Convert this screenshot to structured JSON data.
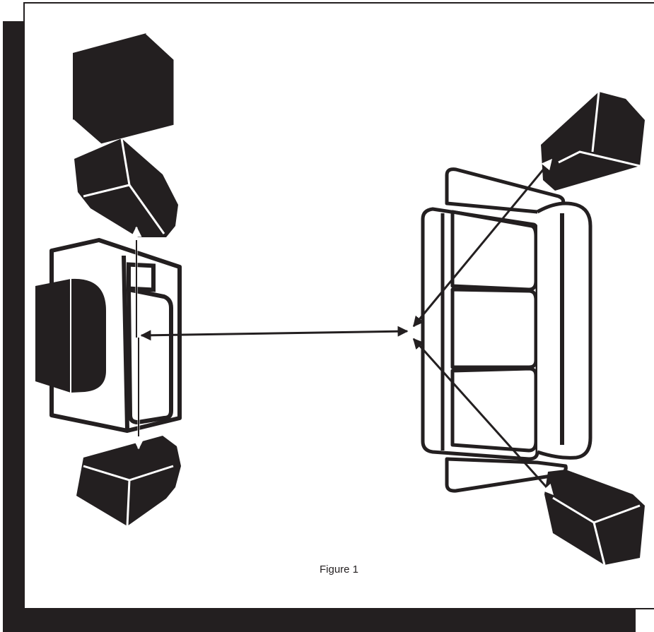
{
  "figure": {
    "caption": "Figure 1",
    "colors": {
      "ink": "#231f20",
      "paper": "#ffffff"
    }
  },
  "elements": {
    "front_left_speaker": "speaker-box",
    "front_right_speaker": "speaker-box",
    "center_speaker": "speaker-box",
    "subwoofer": "speaker-box",
    "tv_cabinet": "cabinet",
    "rear_left_speaker": "speaker-box",
    "rear_right_speaker": "speaker-box",
    "sofa": "sofa"
  }
}
